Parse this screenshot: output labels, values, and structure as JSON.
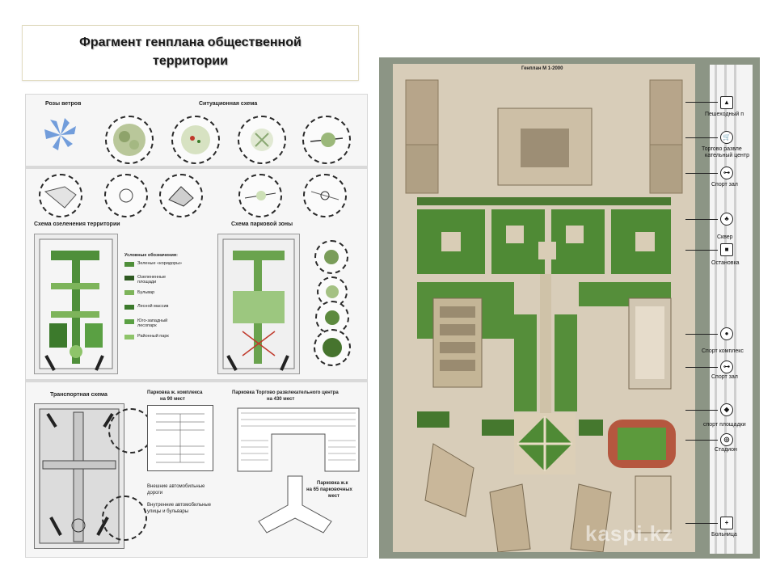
{
  "title": {
    "line1": "Фрагмент генплана общественной",
    "line2": "территории"
  },
  "left": {
    "wind_rose": "Розы ветров",
    "situation": "Ситуационная схема",
    "greening": "Схема озеленения территории",
    "park_zone": "Схема парковой зоны",
    "legend_title": "Условные обозначения:",
    "legend": [
      {
        "text": "Зеленые «коридоры»",
        "color": "#4f8f3a"
      },
      {
        "text": "Озелененные площади",
        "color": "#2f5a22"
      },
      {
        "text": "Бульвар",
        "color": "#7db45a"
      },
      {
        "text": "Лесной массив",
        "color": "#3c7a2c"
      },
      {
        "text": "Юго-западный лесопарк",
        "color": "#5aa043"
      },
      {
        "text": "Районный парк",
        "color": "#8ec46a"
      }
    ],
    "transport": "Транспортная схема",
    "parking1": {
      "line1": "Парковка ж. комплекса",
      "line2": "на 90 мест"
    },
    "parking2": {
      "line1": "Парковка Торгово развлекательного центра",
      "line2": "на 430 мест"
    },
    "parking3": {
      "line1": "Парковка ж.к",
      "line2": "на 65 парковочных",
      "line3": "мест"
    },
    "roads_ext": {
      "line1": "Внешние автомобильные",
      "line2": "дороги"
    },
    "roads_int": {
      "line1": "Внутренние автомобильные",
      "line2": "улицы и бульвары"
    }
  },
  "right": {
    "map_title": "Генплан М 1-2000",
    "icons": [
      {
        "label": "Пешеходный п",
        "glyph": "▲",
        "icon": "pedestrian-icon"
      },
      {
        "label": "Торгово развле",
        "label2": "кательный центр",
        "glyph": "🛒",
        "icon": "cart-icon"
      },
      {
        "label": "Спорт зал",
        "glyph": "⊶",
        "icon": "dumbbell-icon"
      },
      {
        "label": "Сквер",
        "glyph": "♣",
        "icon": "tree-icon"
      },
      {
        "label": "Остановка",
        "glyph": "■",
        "icon": "bus-icon"
      },
      {
        "label": "Спорт комплекс",
        "glyph": "●",
        "icon": "swimmer-icon"
      },
      {
        "label": "Спорт зал",
        "glyph": "⊶",
        "icon": "dumbbell-icon"
      },
      {
        "label": "спорт площадки",
        "glyph": "◆",
        "icon": "playground-icon"
      },
      {
        "label": "Стадион",
        "glyph": "◎",
        "icon": "stadium-icon"
      },
      {
        "label": "Больница",
        "glyph": "+",
        "icon": "hospital-icon"
      }
    ],
    "watermark": "kaspi.kz"
  }
}
